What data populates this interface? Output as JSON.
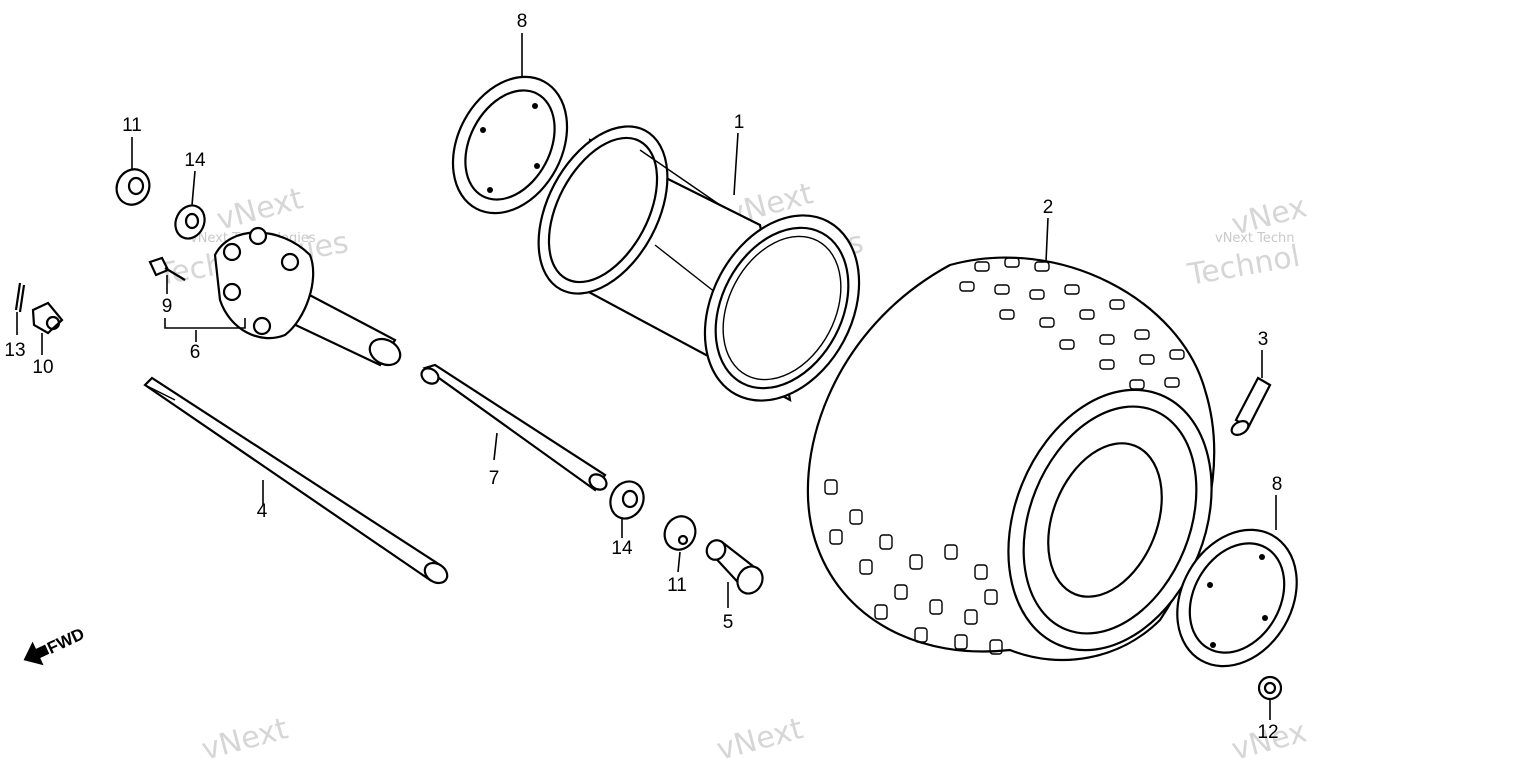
{
  "callouts": {
    "c1": "1",
    "c2": "2",
    "c3": "3",
    "c4": "4",
    "c5": "5",
    "c6": "6",
    "c7": "7",
    "c8a": "8",
    "c8b": "8",
    "c9": "9",
    "c10": "10",
    "c11a": "11",
    "c11b": "11",
    "c12": "12",
    "c13": "13",
    "c14a": "14",
    "c14b": "14"
  },
  "fwd_label": "FWD",
  "watermarks": {
    "brand": "vNext",
    "line1": "vNext Technologies",
    "line2": "Technologies",
    "partial1": "vNext Techn",
    "partial2": "Technol",
    "partial3": "vNex"
  }
}
